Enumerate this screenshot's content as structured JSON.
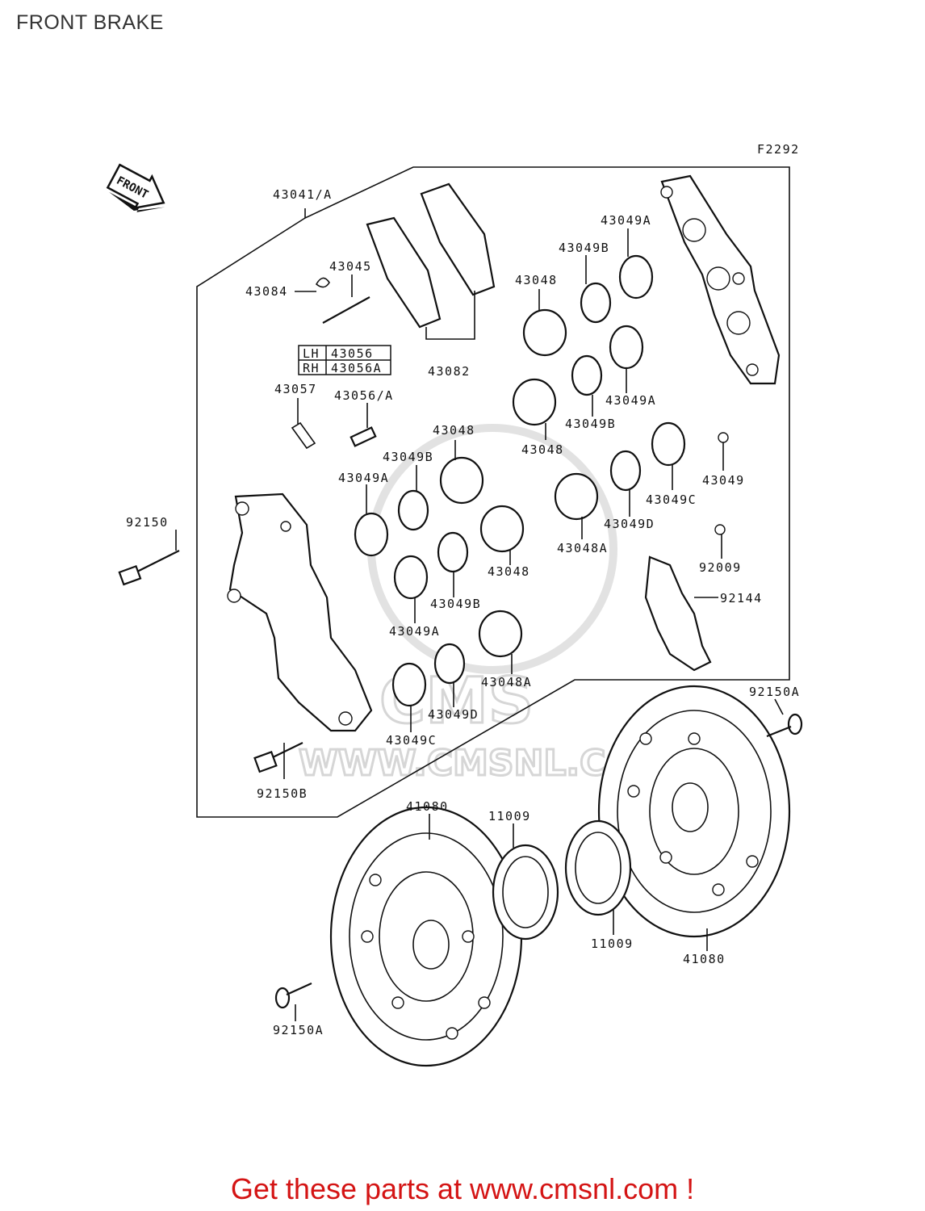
{
  "page": {
    "title": "FRONT BRAKE",
    "figure_code": "F2292",
    "direction_label": "FRONT",
    "promo": {
      "prefix": "Get these parts at ",
      "link": "www.cmsnl.com",
      "suffix": " !"
    },
    "watermark": {
      "brand": "CMS",
      "url": "WWW.CMSNL.COM"
    }
  },
  "legend": [
    {
      "side": "LH",
      "part": "43056"
    },
    {
      "side": "RH",
      "part": "43056A"
    }
  ],
  "labels": [
    {
      "id": "l43041",
      "text": "43041/A"
    },
    {
      "id": "l43045",
      "text": "43045"
    },
    {
      "id": "l43084",
      "text": "43084"
    },
    {
      "id": "l43082",
      "text": "43082"
    },
    {
      "id": "l43057",
      "text": "43057"
    },
    {
      "id": "l43056a",
      "text": "43056/A"
    },
    {
      "id": "l92150",
      "text": "92150"
    },
    {
      "id": "l92150b",
      "text": "92150B"
    },
    {
      "id": "l43048a1",
      "text": "43048"
    },
    {
      "id": "l43048a2",
      "text": "43048"
    },
    {
      "id": "l43048a3",
      "text": "43048"
    },
    {
      "id": "l43048a4",
      "text": "43048"
    },
    {
      "id": "l43048A1",
      "text": "43048A"
    },
    {
      "id": "l43048A2",
      "text": "43048A"
    },
    {
      "id": "l43049A1",
      "text": "43049A"
    },
    {
      "id": "l43049A2",
      "text": "43049A"
    },
    {
      "id": "l43049A3",
      "text": "43049A"
    },
    {
      "id": "l43049A4",
      "text": "43049A"
    },
    {
      "id": "l43049B1",
      "text": "43049B"
    },
    {
      "id": "l43049B2",
      "text": "43049B"
    },
    {
      "id": "l43049B3",
      "text": "43049B"
    },
    {
      "id": "l43049B4",
      "text": "43049B"
    },
    {
      "id": "l43049C1",
      "text": "43049C"
    },
    {
      "id": "l43049C2",
      "text": "43049C"
    },
    {
      "id": "l43049D1",
      "text": "43049D"
    },
    {
      "id": "l43049D2",
      "text": "43049D"
    },
    {
      "id": "l43049",
      "text": "43049"
    },
    {
      "id": "l92009",
      "text": "92009"
    },
    {
      "id": "l92144",
      "text": "92144"
    },
    {
      "id": "l92150A1",
      "text": "92150A"
    },
    {
      "id": "l92150A2",
      "text": "92150A"
    },
    {
      "id": "l41080a",
      "text": "41080"
    },
    {
      "id": "l41080b",
      "text": "41080"
    },
    {
      "id": "l11009a",
      "text": "11009"
    },
    {
      "id": "l11009b",
      "text": "11009"
    }
  ]
}
